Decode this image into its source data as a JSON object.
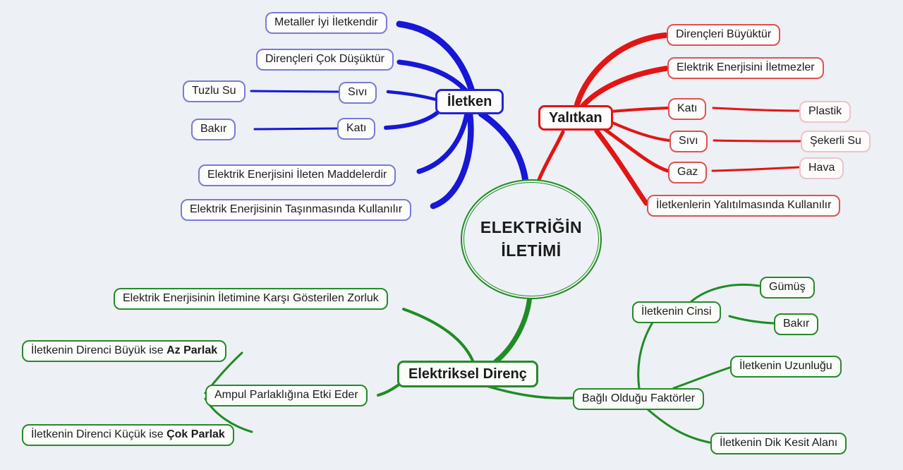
{
  "colors": {
    "blue": "#1717d6",
    "red": "#e21515",
    "green": "#1f8c24",
    "background": "#edf0f4"
  },
  "center": {
    "line1": "ELEKTRİĞİN",
    "line2": "İLETİMİ"
  },
  "iletken": {
    "label": "İletken",
    "metaller": "Metaller İyi İletkendir",
    "direncleri": "Dirençleri Çok Düşüktür",
    "tuzlu_su": "Tuzlu Su",
    "sivi": "Sıvı",
    "bakir": "Bakır",
    "kati": "Katı",
    "ileten": "Elektrik Enerjisini İleten Maddelerdir",
    "tasinma": "Elektrik Enerjisinin Taşınmasında Kullanılır"
  },
  "yalitkan": {
    "label": "Yalıtkan",
    "direncleri": "Dirençleri Büyüktür",
    "iletmez": "Elektrik Enerjisini İletmezler",
    "kati": "Katı",
    "plastik": "Plastik",
    "sivi": "Sıvı",
    "sekerli_su": "Şekerli Su",
    "gaz": "Gaz",
    "hava": "Hava",
    "yalitilma": "İletkenlerin Yalıtılmasında Kullanılır"
  },
  "direnc": {
    "label": "Elektriksel Direnç",
    "zorluk": "Elektrik Enerjisinin İletimine Karşı Gösterilen Zorluk",
    "buyuk_ise": {
      "text": "İletkenin Direnci Büyük ise ",
      "bold": "Az Parlak"
    },
    "ampul": "Ampul Parlaklığına Etki Eder",
    "kucuk_ise": {
      "text": "İletkenin Direnci Küçük ise ",
      "bold": "Çok Parlak"
    },
    "cinsi": "İletkenin Cinsi",
    "gumus": "Gümüş",
    "bakir": "Bakır",
    "uzunluk": "İletkenin Uzunluğu",
    "faktorler": "Bağlı Olduğu Faktörler",
    "kesit": "İletkenin Dik Kesit Alanı"
  }
}
